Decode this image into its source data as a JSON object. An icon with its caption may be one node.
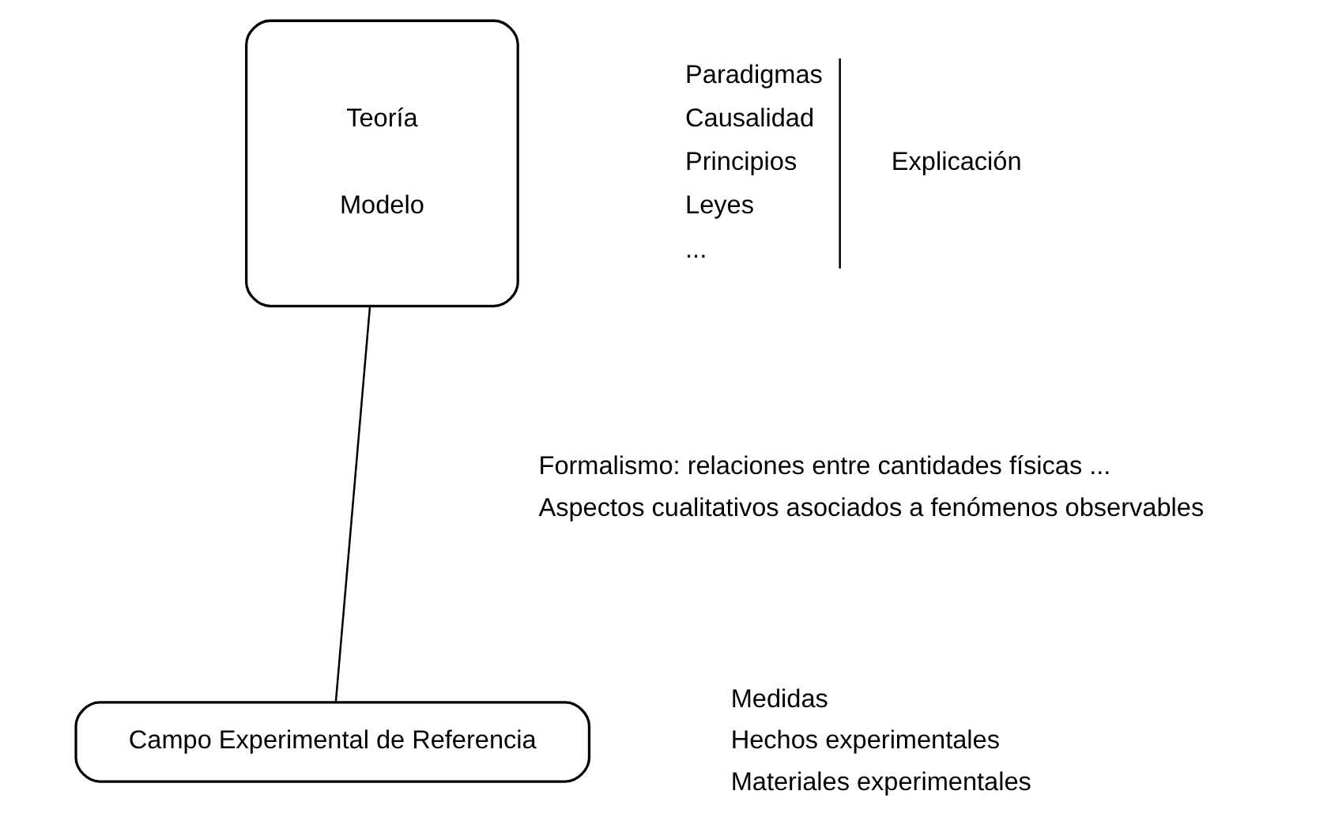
{
  "diagram": {
    "nodes": [
      {
        "text": [
          "Teoría",
          "Modelo"
        ]
      },
      {
        "text": [
          "Campo Experimental de Referencia"
        ]
      }
    ],
    "edges": [
      {
        "from": 0,
        "to": 1,
        "arrow": "none"
      }
    ],
    "labels": [
      "Paradigmas",
      "Causalidad",
      "Principios",
      "Leyes",
      "...",
      "Explicación",
      "Formalismo: relaciones entre cantidades físicas ...",
      "Aspectos cualitativos asociados a fenómenos observables",
      "Medidas",
      "Hechos experimentales",
      "Materiales experimentales"
    ]
  }
}
